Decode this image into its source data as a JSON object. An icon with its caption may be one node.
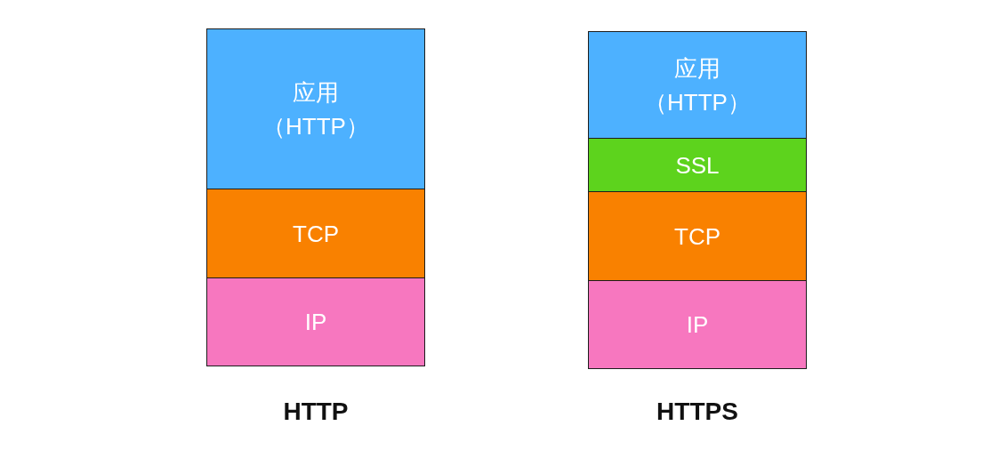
{
  "diagram": {
    "nodes": [
      {
        "text": [
          "应用（HTTP）"
        ]
      },
      {
        "text": [
          "TCP"
        ]
      },
      {
        "text": [
          "IP"
        ]
      },
      {
        "text": [
          "应用（HTTP）"
        ]
      },
      {
        "text": [
          "SSL"
        ]
      },
      {
        "text": [
          "TCP"
        ]
      },
      {
        "text": [
          "IP"
        ]
      }
    ],
    "labels": [
      "HTTP",
      "HTTPS"
    ]
  }
}
